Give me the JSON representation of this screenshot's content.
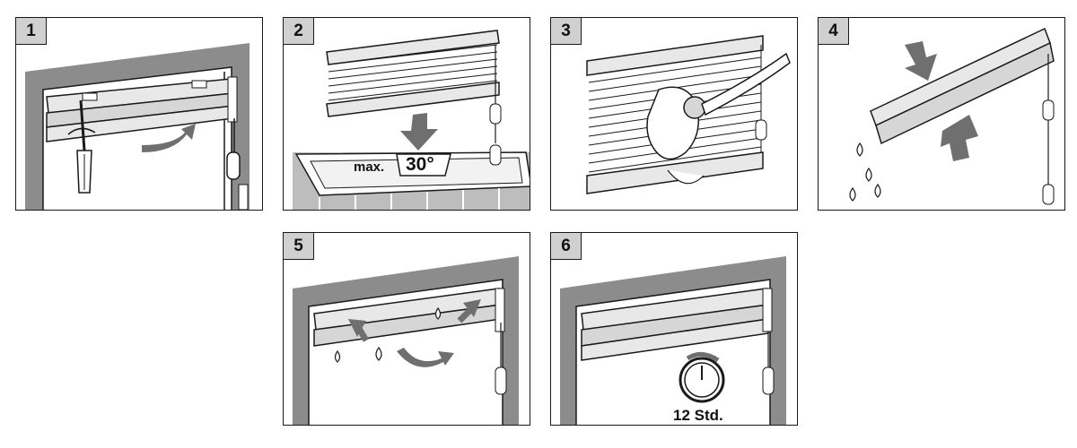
{
  "steps": [
    {
      "number": "1"
    },
    {
      "number": "2",
      "temperature_prefix": "max.",
      "temperature_value": "30°"
    },
    {
      "number": "3"
    },
    {
      "number": "4"
    },
    {
      "number": "5"
    },
    {
      "number": "6",
      "time_label": "12 Std."
    }
  ],
  "colors": {
    "wall": "#8c8c8c",
    "line": "#1a1a1a",
    "badge": "#d0d0d0",
    "arrow": "#6f6f6f",
    "tile": "#bdbdbd"
  }
}
